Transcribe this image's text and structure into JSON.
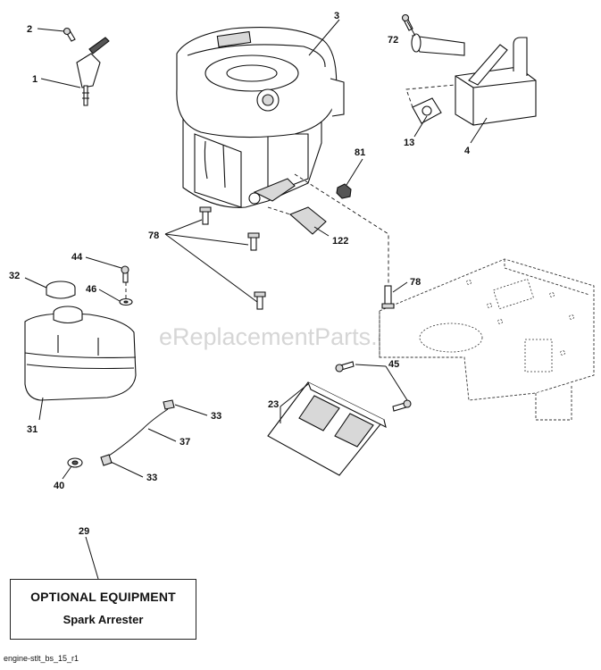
{
  "watermark": "eReplacementParts.com",
  "drawing_id": "engine-stlt_bs_15_r1",
  "optional_box": {
    "title": "OPTIONAL EQUIPMENT",
    "item": "Spark Arrester"
  },
  "callouts": {
    "c1": "1",
    "c2": "2",
    "c3": "3",
    "c4": "4",
    "c13": "13",
    "c23": "23",
    "c29": "29",
    "c31": "31",
    "c32": "32",
    "c33a": "33",
    "c33b": "33",
    "c37": "37",
    "c40": "40",
    "c44": "44",
    "c45": "45",
    "c46": "46",
    "c72": "72",
    "c78a": "78",
    "c78b": "78",
    "c81": "81",
    "c122": "122"
  }
}
